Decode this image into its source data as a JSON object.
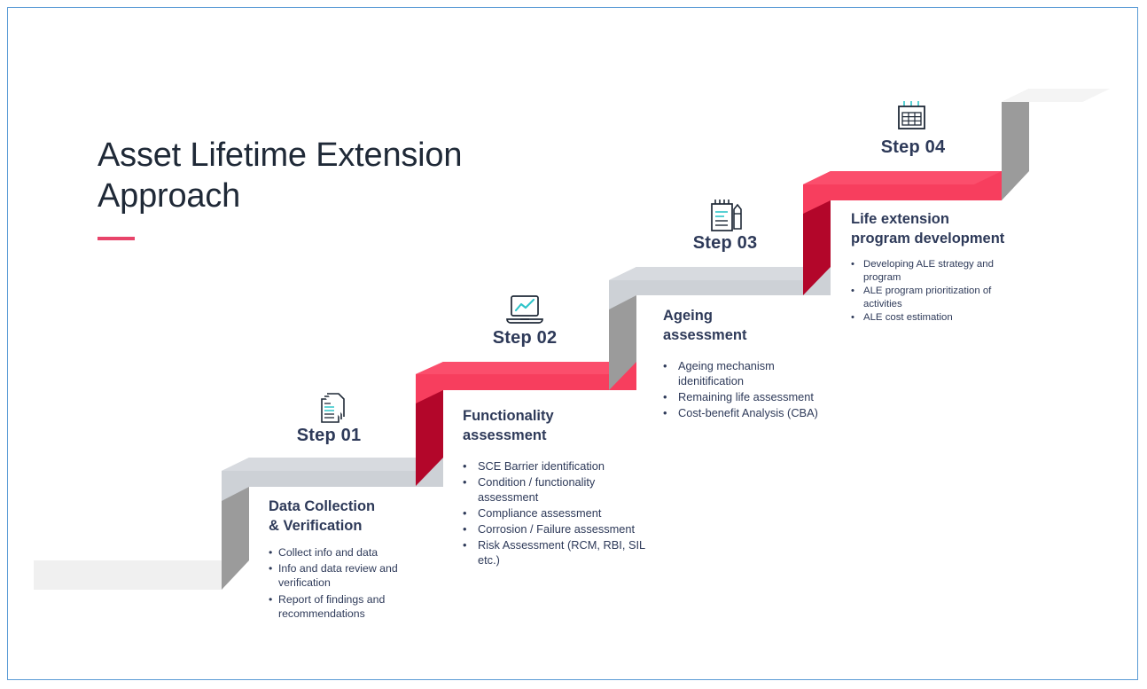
{
  "title": {
    "line1": "Asset Lifetime Extension",
    "line2": "Approach"
  },
  "colors": {
    "red_tread": "#f73e5e",
    "red_riser": "#b3062a",
    "gray_tread": "#cdd1d6",
    "gray_riser": "#9b9b9b",
    "pale_tread": "#f0f0f0",
    "heading_navy": "#2e3a59",
    "accent_teal": "#2ec4c9",
    "frame_blue": "#5a9bd5",
    "title_rule": "#e8446a"
  },
  "steps": [
    {
      "id": "step-01",
      "label": "Step 01",
      "icon": "documents-icon",
      "tread_color": "gray",
      "heading_line1": "Data Collection",
      "heading_line2": "& Verification",
      "bullets": [
        "Collect info and data",
        "Info and data review and verification",
        "Report of findings and recommendations"
      ]
    },
    {
      "id": "step-02",
      "label": "Step 02",
      "icon": "laptop-chart-icon",
      "tread_color": "red",
      "heading_line1": "Functionality",
      "heading_line2": "assessment",
      "bullets": [
        "SCE Barrier identification",
        "Condition / functionality assessment",
        "Compliance assessment",
        "Corrosion / Failure assessment",
        "Risk Assessment (RCM, RBI, SIL etc.)"
      ]
    },
    {
      "id": "step-03",
      "label": "Step 03",
      "icon": "notepad-pencil-icon",
      "tread_color": "gray",
      "heading_line1": "Ageing",
      "heading_line2": "assessment",
      "bullets": [
        "Ageing mechanism idenitification",
        "Remaining life assessment",
        "Cost-benefit Analysis (CBA)"
      ]
    },
    {
      "id": "step-04",
      "label": "Step 04",
      "icon": "calendar-icon",
      "tread_color": "red",
      "heading_line1": "Life extension",
      "heading_line2": "program development",
      "bullets": [
        "Developing ALE strategy and program",
        "ALE program prioritization of activities",
        "ALE cost estimation"
      ]
    }
  ]
}
